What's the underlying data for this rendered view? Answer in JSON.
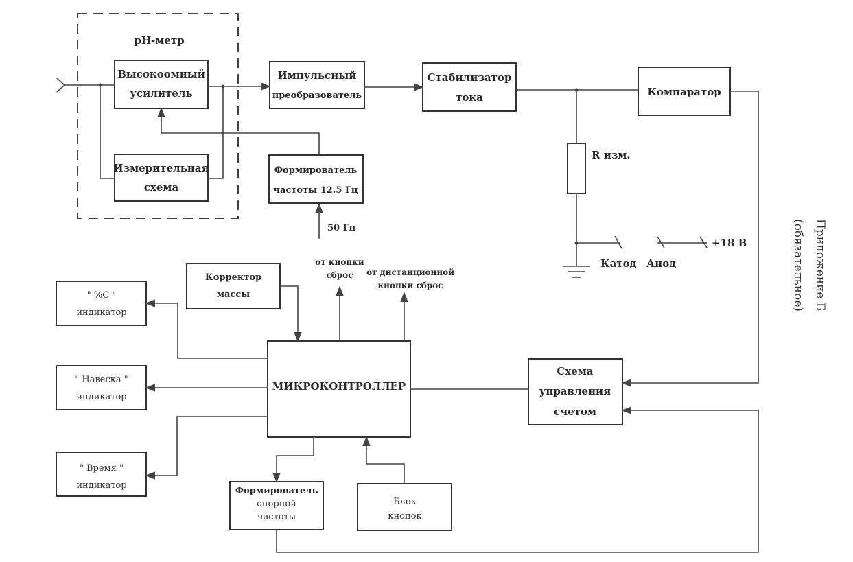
{
  "annex": {
    "title": "Приложение Б",
    "subtitle": "(обязательное)"
  },
  "ph_meter": {
    "label": "рН-метр"
  },
  "blocks": {
    "amplifier": [
      "Высокоомный",
      "усилитель"
    ],
    "measuring": [
      "Измерительная",
      "схема"
    ],
    "pulse": [
      "Импульсный",
      "преобразователь"
    ],
    "stabilizer": [
      "Стабилизатор",
      "тока"
    ],
    "comparator": [
      "Компаратор"
    ],
    "freq_former": [
      "Формирователь",
      "частоты 12.5 Гц"
    ],
    "mass_corrector": [
      "Корректор",
      "массы"
    ],
    "mcu": [
      "МИКРОКОНТРОЛЛЕР"
    ],
    "count_control": [
      "Схема",
      "управления",
      "счетом"
    ],
    "ref_freq": [
      "Формирователь",
      "опорной",
      "частоты"
    ],
    "buttons": [
      "Блок",
      "кнопок"
    ],
    "ind_c": [
      "\" %С \"",
      "индикатор"
    ],
    "ind_weight": [
      "\" Навеска \"",
      "индикатор"
    ],
    "ind_time": [
      "\" Время \"",
      "индикатор"
    ]
  },
  "labels": {
    "hz50": "50 Гц",
    "reset": [
      "от кнопки",
      "сброс"
    ],
    "remote_reset": [
      "от дистанционной",
      "кнопки сброс"
    ],
    "r_meas": "R изм.",
    "cathode": "Катод",
    "anode": "Анод",
    "plus18": "+18 В"
  }
}
